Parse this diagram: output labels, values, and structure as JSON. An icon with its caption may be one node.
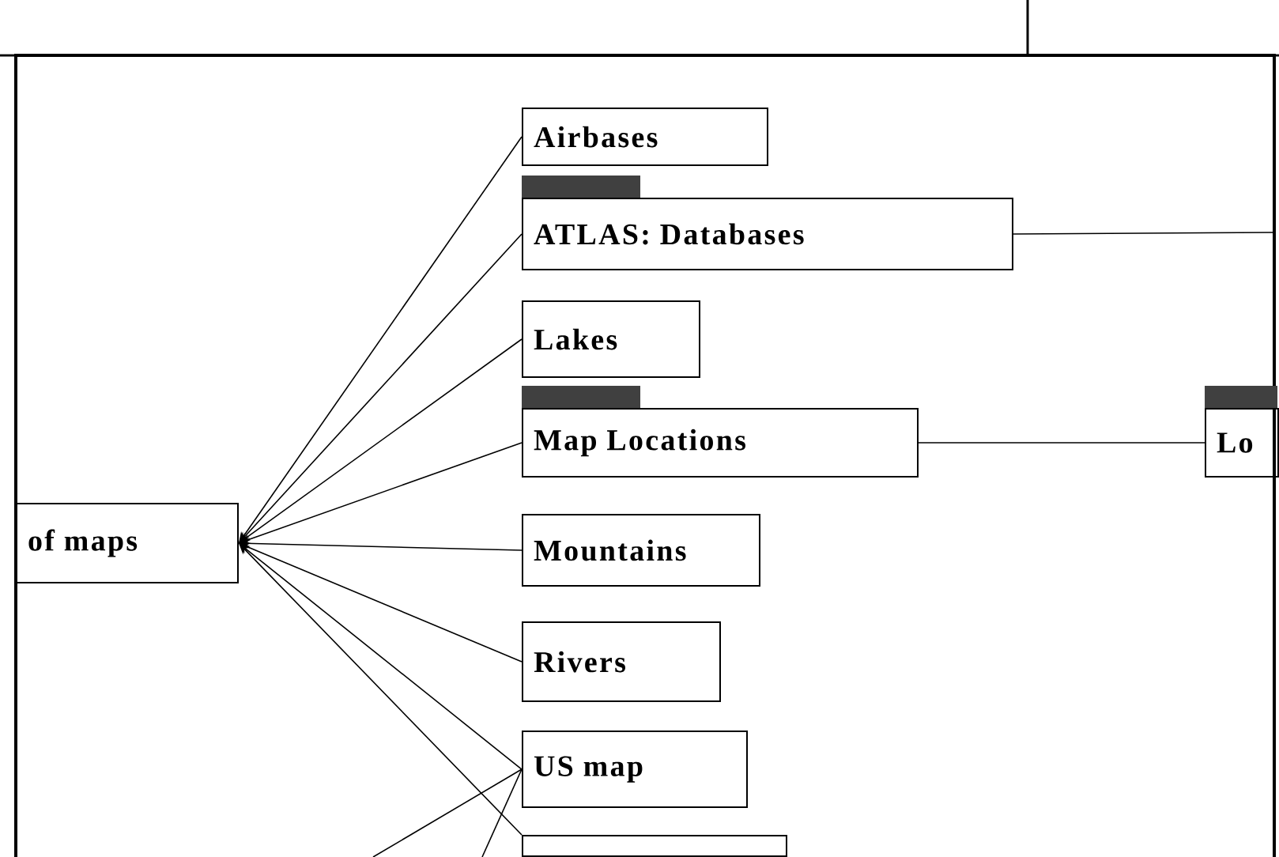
{
  "diagram": {
    "nodes": [
      {
        "text": [
          "of maps"
        ]
      },
      {
        "text": [
          "Airbases"
        ]
      },
      {
        "text": [
          "ATLAS: Databases"
        ]
      },
      {
        "text": [
          "Lakes"
        ]
      },
      {
        "text": [
          "Map Locations"
        ]
      },
      {
        "text": [
          "Mountains"
        ]
      },
      {
        "text": [
          "Rivers"
        ]
      },
      {
        "text": [
          "US map"
        ]
      },
      {
        "text": [],
        "shape": "box"
      },
      {
        "text": [
          "Lo"
        ]
      }
    ],
    "edges": [
      {
        "from": 1,
        "to": 0,
        "arrow": "to"
      },
      {
        "from": 2,
        "to": 0,
        "arrow": "to"
      },
      {
        "from": 3,
        "to": 0,
        "arrow": "to"
      },
      {
        "from": 4,
        "to": 0,
        "arrow": "to"
      },
      {
        "from": 5,
        "to": 0,
        "arrow": "to"
      },
      {
        "from": 6,
        "to": 0,
        "arrow": "to"
      },
      {
        "from": 7,
        "to": 0,
        "arrow": "to"
      },
      {
        "from": 8,
        "to": 0,
        "arrow": "to"
      },
      {
        "from": null,
        "to": 7,
        "arrow": "none"
      },
      {
        "from": null,
        "to": 7,
        "arrow": "none"
      },
      {
        "from": 2,
        "to": null,
        "arrow": "none"
      },
      {
        "from": 4,
        "to": 9,
        "arrow": "none"
      }
    ]
  }
}
